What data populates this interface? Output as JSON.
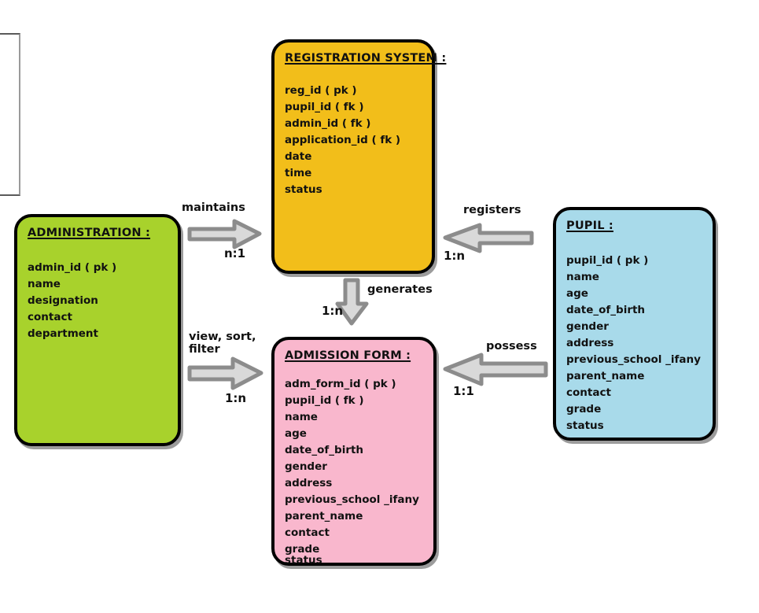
{
  "diagram": {
    "type": "entity-relationship-diagram",
    "background_color": "#ffffff",
    "arrow_fill_color": "#d9d9d9",
    "arrow_border_color": "#8c8c8c",
    "box_border_color": "#000000"
  },
  "entities": [
    {
      "id": "registration-system",
      "title": "REGISTRATION SYSTEM :",
      "color": "#f2be1a",
      "attributes": [
        "reg_id ( pk )",
        "pupil_id ( fk )",
        "admin_id ( fk )",
        "application_id ( fk )",
        "date",
        "time",
        "status"
      ]
    },
    {
      "id": "administration",
      "title": "ADMINISTRATION :",
      "color": "#a8d22c",
      "attributes": [
        "admin_id ( pk )",
        "name",
        "designation",
        "contact",
        "department"
      ]
    },
    {
      "id": "pupil",
      "title": "PUPIL :",
      "color": "#a8daea",
      "attributes": [
        "pupil_id ( pk )",
        "name",
        "age",
        "date_of_birth",
        "gender",
        "address",
        "previous_school _ifany",
        "parent_name",
        "contact",
        "grade",
        "status"
      ]
    },
    {
      "id": "admission-form",
      "title": "ADMISSION FORM :",
      "color": "#f9b7cd",
      "attributes": [
        "adm_form_id ( pk )",
        "pupil_id ( fk )",
        "name",
        "age",
        "date_of_birth",
        "gender",
        "address",
        "previous_school _ifany",
        "parent_name",
        "contact",
        "grade",
        "status"
      ]
    }
  ],
  "relationships": [
    {
      "label": "maintains",
      "cardinality": "n:1"
    },
    {
      "label": "registers",
      "cardinality": "1:n"
    },
    {
      "label": "generates",
      "cardinality": "1:n"
    },
    {
      "label": "view, sort, filter",
      "cardinality": "1:n"
    },
    {
      "label": "possess",
      "cardinality": "1:1"
    }
  ]
}
